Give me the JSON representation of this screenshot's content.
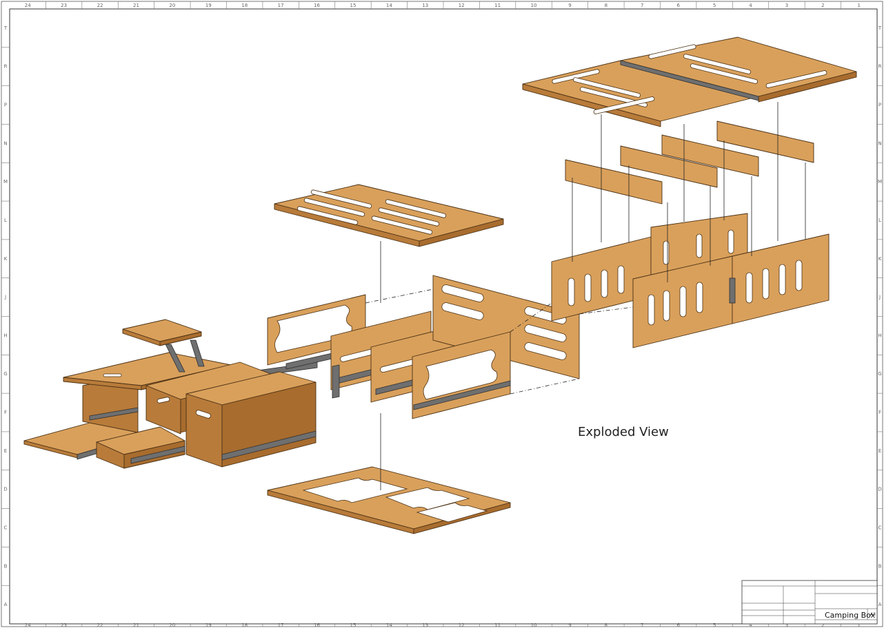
{
  "drawing": {
    "view_label": "Exploded View",
    "top_zones": [
      "24",
      "23",
      "22",
      "21",
      "20",
      "19",
      "18",
      "17",
      "16",
      "15",
      "14",
      "13",
      "12",
      "11",
      "10",
      "9",
      "8",
      "7",
      "6",
      "5",
      "4",
      "3",
      "2",
      "1"
    ],
    "bottom_zones": [
      "24",
      "23",
      "22",
      "21",
      "20",
      "19",
      "18",
      "17",
      "16",
      "15",
      "14",
      "13",
      "12",
      "11",
      "10",
      "9",
      "8",
      "7",
      "6",
      "5",
      "4",
      "3",
      "2",
      "1"
    ],
    "left_zones": [
      "T",
      "R",
      "P",
      "N",
      "M",
      "L",
      "K",
      "J",
      "H",
      "G",
      "F",
      "E",
      "D",
      "C",
      "B",
      "A"
    ],
    "right_zones": [
      "T",
      "R",
      "P",
      "N",
      "M",
      "L",
      "K",
      "J",
      "H",
      "G",
      "F",
      "E",
      "D",
      "C",
      "B",
      "A"
    ]
  },
  "title_block": {
    "title": "Camping Box",
    "sheet_size": "A3"
  },
  "colors": {
    "wood": "#d9a05b",
    "wood_edge": "#4a3014",
    "rail": "#6f6f6f",
    "border": "#333333"
  }
}
